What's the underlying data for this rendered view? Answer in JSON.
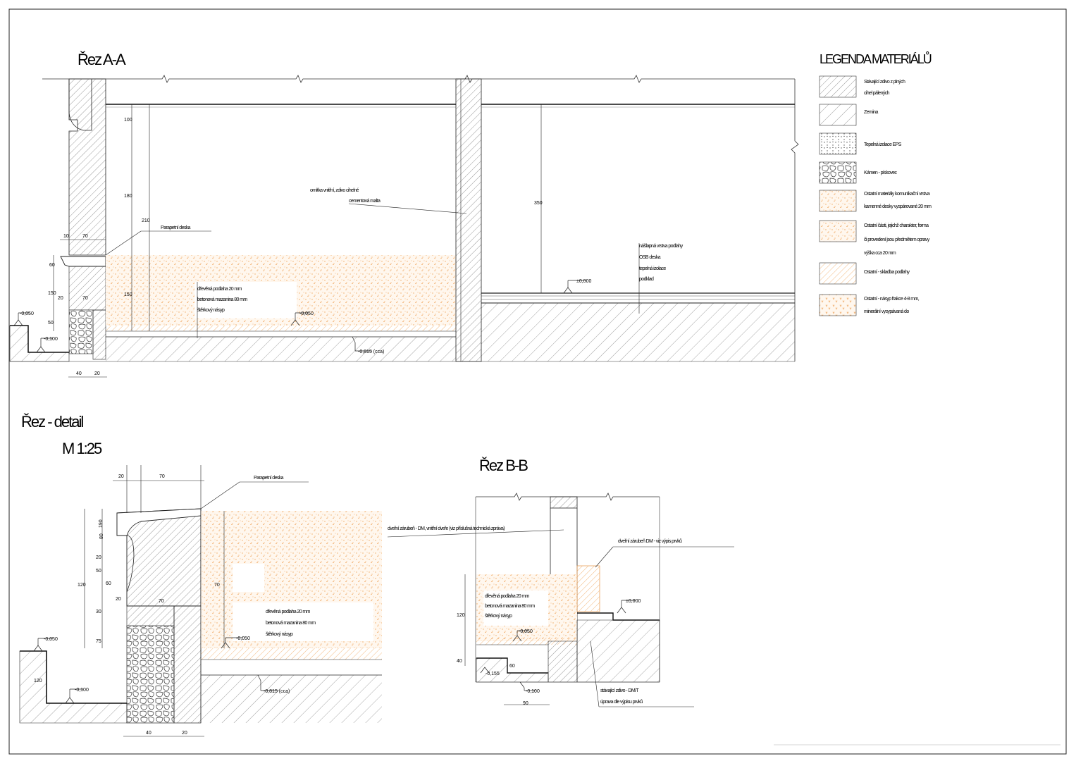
{
  "section_aa": {
    "title": "Řez A-A",
    "label_parapet": "Parapetní deska",
    "label_wall_top": "omítka vnitřní, zdivo cihelné",
    "label_wall_top2": "cementová malta",
    "label_floor_layers": [
      "dřevěná podlaha 20 mm",
      "betonová mazanina 80 mm",
      "štěrkový násyp"
    ],
    "label_floor_right": [
      "nášlapná vrstva podlahy",
      "OSB deska",
      "tepelná izolace",
      "podklad"
    ],
    "level_zero": "±0,000",
    "level_minus_050": "-0,050",
    "level_minus_050b": "-0,050",
    "level_minus_100": "-0,100",
    "level_foundation": "-0,815 (cca)",
    "dims": [
      "10",
      "70",
      "40",
      "20",
      "100",
      "180",
      "350",
      "60",
      "150",
      "20",
      "70",
      "50",
      "150",
      "210"
    ]
  },
  "legend": {
    "title": "LEGENDA MATERIÁLŮ",
    "items": [
      {
        "text": [
          "Stávající zdivo z plných",
          "cihel pálených"
        ]
      },
      {
        "text": [
          "Zemina"
        ]
      },
      {
        "text": [
          "Tepelná izolace EPS"
        ]
      },
      {
        "text": [
          "Kámen - pískovec"
        ]
      },
      {
        "text": [
          "Ostatní materiály komunikační vrstva",
          "kamenné desky vyspárované 20 mm"
        ]
      },
      {
        "text": [
          "Ostatní části, jejichž charakter, forma",
          "či provedení jsou předmětem opravy",
          "výška cca 20 mm"
        ]
      },
      {
        "text": [
          "Ostatní - skladba podlahy"
        ]
      },
      {
        "text": [
          "Ostatní - násyp frakce 4-8 mm,",
          "minerální vysypávaná do"
        ]
      }
    ]
  },
  "section_detail": {
    "title": "Řez - detail",
    "scale": "M 1:25",
    "label_parapet": "Parapetní deska",
    "label_layers": [
      "dřevěná podlaha 20 mm",
      "betonová mazanina 80 mm",
      "štěrkový násyp"
    ],
    "level_a": "-0,050",
    "level_b": "-0,050",
    "level_c": "-0,100",
    "level_d": "-0,815 (cca)",
    "dims": [
      "20",
      "70",
      "80",
      "190",
      "120",
      "20",
      "50",
      "60",
      "20",
      "30",
      "70",
      "75",
      "70",
      "40",
      "20",
      "120"
    ]
  },
  "section_bb": {
    "title": "Řez B-B",
    "label_top": "dveřní zárubeň - DM, vnitřní dveře (viz příslušná technická zpráva)",
    "label_right": "dveřní zárubeň DM - viz výpis prvků",
    "label_bottom": [
      "stávající zdivo - DM/T",
      "úprava dle výpisu prvků"
    ],
    "label_layers": [
      "dřevěná podlaha 20 mm",
      "betonová mazanina 80 mm",
      "štěrkový násyp"
    ],
    "level_zero": "±0,000",
    "level_minus_050": "-0,050",
    "level_minus_100": "-0,100",
    "level_minus_0155": "-0,155",
    "dims": [
      "120",
      "40",
      "60",
      "90"
    ]
  }
}
